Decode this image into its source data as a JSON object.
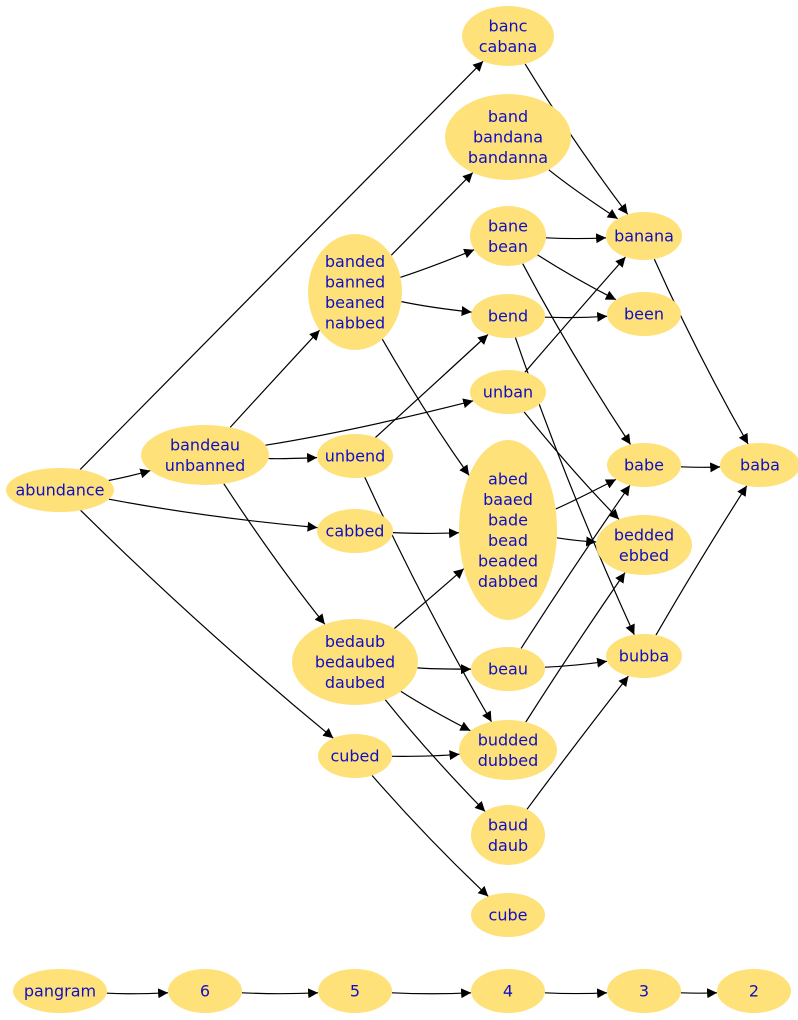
{
  "colors": {
    "node_fill": "#ffe17a",
    "label": "#1010c0",
    "edge": "#000000",
    "background": "#ffffff"
  },
  "nodes": [
    {
      "id": "abundance",
      "lines": [
        "abundance"
      ]
    },
    {
      "id": "banc",
      "lines": [
        "banc",
        "cabana"
      ]
    },
    {
      "id": "band",
      "lines": [
        "band",
        "bandana",
        "bandanna"
      ]
    },
    {
      "id": "banded",
      "lines": [
        "banded",
        "banned",
        "beaned",
        "nabbed"
      ]
    },
    {
      "id": "bane",
      "lines": [
        "bane",
        "bean"
      ]
    },
    {
      "id": "banana",
      "lines": [
        "banana"
      ]
    },
    {
      "id": "bend",
      "lines": [
        "bend"
      ]
    },
    {
      "id": "been",
      "lines": [
        "been"
      ]
    },
    {
      "id": "unban",
      "lines": [
        "unban"
      ]
    },
    {
      "id": "bandeau",
      "lines": [
        "bandeau",
        "unbanned"
      ]
    },
    {
      "id": "unbend",
      "lines": [
        "unbend"
      ]
    },
    {
      "id": "abed",
      "lines": [
        "abed",
        "baaed",
        "bade",
        "bead",
        "beaded",
        "dabbed"
      ]
    },
    {
      "id": "babe",
      "lines": [
        "babe"
      ]
    },
    {
      "id": "baba",
      "lines": [
        "baba"
      ]
    },
    {
      "id": "cabbed",
      "lines": [
        "cabbed"
      ]
    },
    {
      "id": "bedded",
      "lines": [
        "bedded",
        "ebbed"
      ]
    },
    {
      "id": "bedaub",
      "lines": [
        "bedaub",
        "bedaubed",
        "daubed"
      ]
    },
    {
      "id": "beau",
      "lines": [
        "beau"
      ]
    },
    {
      "id": "bubba",
      "lines": [
        "bubba"
      ]
    },
    {
      "id": "cubed",
      "lines": [
        "cubed"
      ]
    },
    {
      "id": "budded",
      "lines": [
        "budded",
        "dubbed"
      ]
    },
    {
      "id": "baud",
      "lines": [
        "baud",
        "daub"
      ]
    },
    {
      "id": "cube",
      "lines": [
        "cube"
      ]
    },
    {
      "id": "pangram",
      "lines": [
        "pangram"
      ]
    },
    {
      "id": "l6",
      "lines": [
        "6"
      ]
    },
    {
      "id": "l5",
      "lines": [
        "5"
      ]
    },
    {
      "id": "l4",
      "lines": [
        "4"
      ]
    },
    {
      "id": "l3",
      "lines": [
        "3"
      ]
    },
    {
      "id": "l2",
      "lines": [
        "2"
      ]
    }
  ],
  "edges": [
    [
      "abundance",
      "banc"
    ],
    [
      "abundance",
      "bandeau"
    ],
    [
      "abundance",
      "cabbed"
    ],
    [
      "abundance",
      "cubed"
    ],
    [
      "banc",
      "banana"
    ],
    [
      "band",
      "banana"
    ],
    [
      "banded",
      "band"
    ],
    [
      "banded",
      "bane"
    ],
    [
      "banded",
      "bend"
    ],
    [
      "banded",
      "abed"
    ],
    [
      "bane",
      "banana"
    ],
    [
      "bane",
      "been"
    ],
    [
      "bane",
      "babe"
    ],
    [
      "bend",
      "been"
    ],
    [
      "bend",
      "bubba"
    ],
    [
      "unban",
      "banana"
    ],
    [
      "unban",
      "bedded"
    ],
    [
      "bandeau",
      "banded"
    ],
    [
      "bandeau",
      "unban"
    ],
    [
      "bandeau",
      "unbend"
    ],
    [
      "bandeau",
      "bedaub"
    ],
    [
      "unbend",
      "bend"
    ],
    [
      "unbend",
      "budded"
    ],
    [
      "abed",
      "babe"
    ],
    [
      "abed",
      "bedded"
    ],
    [
      "babe",
      "baba"
    ],
    [
      "banana",
      "baba"
    ],
    [
      "bubba",
      "baba"
    ],
    [
      "cabbed",
      "abed"
    ],
    [
      "bedaub",
      "abed"
    ],
    [
      "bedaub",
      "beau"
    ],
    [
      "bedaub",
      "budded"
    ],
    [
      "bedaub",
      "baud"
    ],
    [
      "beau",
      "babe"
    ],
    [
      "beau",
      "bubba"
    ],
    [
      "cubed",
      "budded"
    ],
    [
      "cubed",
      "cube"
    ],
    [
      "budded",
      "bedded"
    ],
    [
      "baud",
      "bubba"
    ],
    [
      "pangram",
      "l6"
    ],
    [
      "l6",
      "l5"
    ],
    [
      "l5",
      "l4"
    ],
    [
      "l4",
      "l3"
    ],
    [
      "l3",
      "l2"
    ]
  ]
}
